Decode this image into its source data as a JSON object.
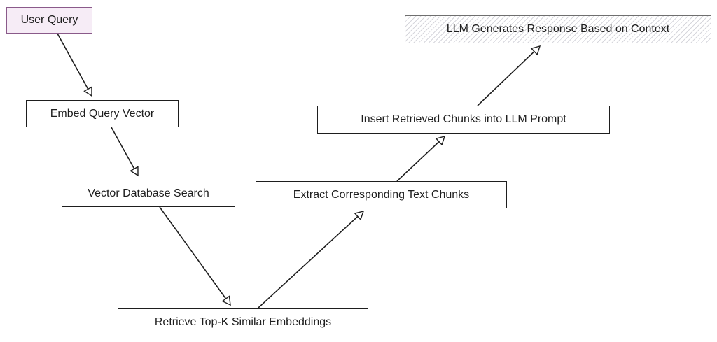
{
  "diagram": {
    "nodes": {
      "user_query": "User Query",
      "embed_query": "Embed Query Vector",
      "vector_search": "Vector Database Search",
      "retrieve_topk": "Retrieve Top-K Similar Embeddings",
      "extract_chunks": "Extract Corresponding Text Chunks",
      "insert_chunks": "Insert Retrieved Chunks into LLM Prompt",
      "llm_response": "LLM Generates Response Based on Context"
    },
    "colors": {
      "start_fill": "#f6ecf6",
      "start_border": "#8a5a8a",
      "end_hatch": "#d6d6dc",
      "stroke": "#1e1e1e"
    }
  }
}
